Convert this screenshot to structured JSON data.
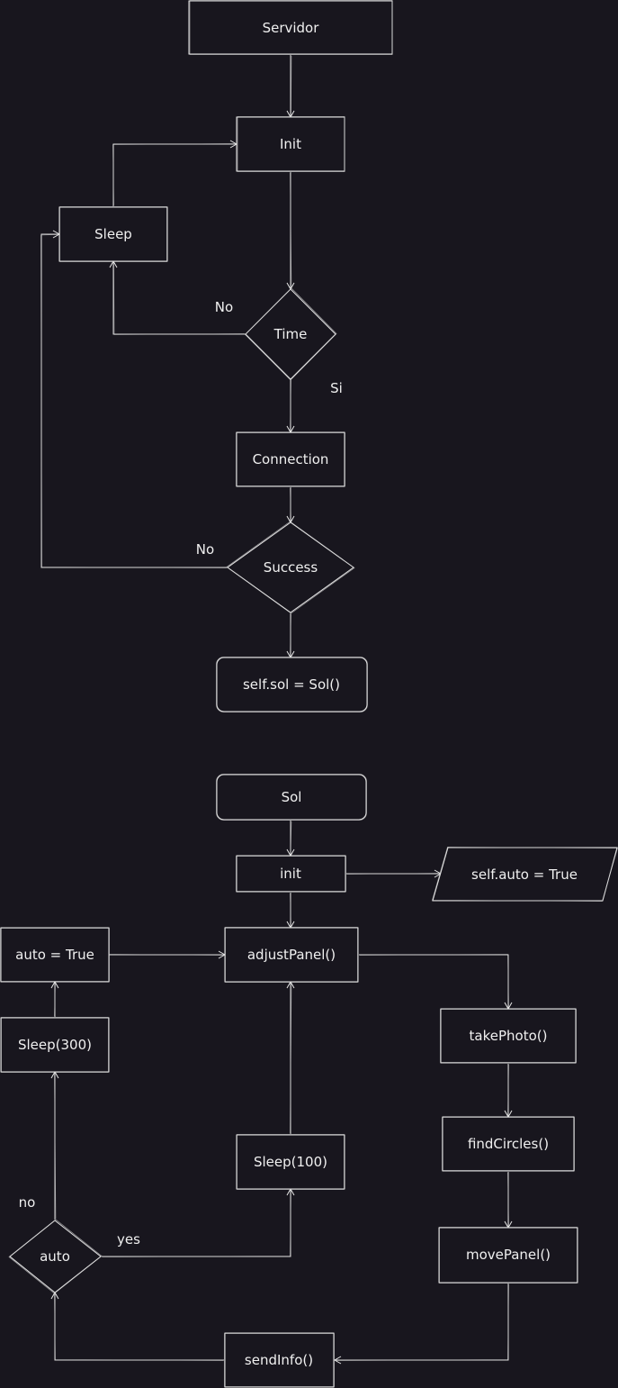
{
  "nodes": {
    "servidor": "Servidor",
    "init_top": "Init",
    "sleep_top": "Sleep",
    "time": "Time",
    "connection": "Connection",
    "success": "Success",
    "self_sol": "self.sol = Sol()",
    "sol": "Sol",
    "init_bottom": "init",
    "self_auto": "self.auto = True",
    "auto_true": "auto = True",
    "adjust_panel": "adjustPanel()",
    "take_photo": "takePhoto()",
    "sleep_300": "Sleep(300)",
    "find_circles": "findCircles()",
    "sleep_100": "Sleep(100)",
    "auto_decision": "auto",
    "move_panel": "movePanel()",
    "send_info": "sendInfo()"
  },
  "edge_labels": {
    "time_no": "No",
    "time_si": "Si",
    "success_no": "No",
    "auto_no": "no",
    "auto_yes": "yes"
  },
  "colors": {
    "background": "#18161e",
    "stroke": "#e6e6e6",
    "text": "#f0f0f0"
  }
}
